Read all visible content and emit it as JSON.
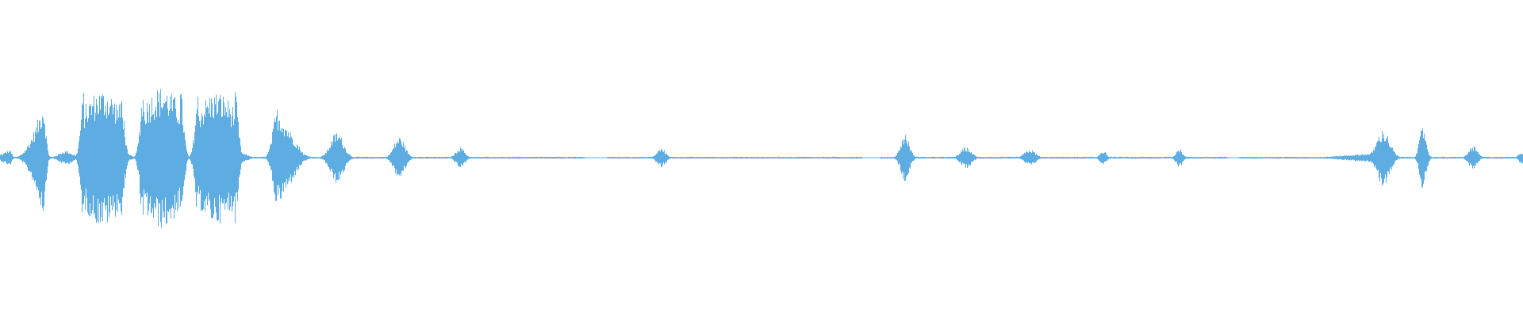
{
  "waveform": {
    "color": "#5dade2",
    "bursts": [
      {
        "center": 0.006,
        "amplitude": 0.07,
        "width": 0.01,
        "kind": "ramp"
      },
      {
        "center": 0.028,
        "amplitude": 0.48,
        "width": 0.012,
        "kind": "ramp"
      },
      {
        "center": 0.043,
        "amplitude": 0.06,
        "width": 0.006,
        "kind": "bump"
      },
      {
        "center": 0.067,
        "amplitude": 0.58,
        "width": 0.012,
        "kind": "block"
      },
      {
        "center": 0.081,
        "amplitude": 0.04,
        "width": 0.006,
        "kind": "bump"
      },
      {
        "center": 0.106,
        "amplitude": 0.6,
        "width": 0.012,
        "kind": "block"
      },
      {
        "center": 0.118,
        "amplitude": 0.04,
        "width": 0.005,
        "kind": "bump"
      },
      {
        "center": 0.142,
        "amplitude": 0.56,
        "width": 0.012,
        "kind": "block"
      },
      {
        "center": 0.158,
        "amplitude": 0.04,
        "width": 0.006,
        "kind": "bump"
      },
      {
        "center": 0.182,
        "amplitude": 0.42,
        "width": 0.012,
        "kind": "decay"
      },
      {
        "center": 0.221,
        "amplitude": 0.22,
        "width": 0.006,
        "kind": "bump"
      },
      {
        "center": 0.262,
        "amplitude": 0.18,
        "width": 0.005,
        "kind": "bump"
      },
      {
        "center": 0.302,
        "amplitude": 0.09,
        "width": 0.004,
        "kind": "bump"
      },
      {
        "center": 0.434,
        "amplitude": 0.08,
        "width": 0.004,
        "kind": "bump"
      },
      {
        "center": 0.594,
        "amplitude": 0.2,
        "width": 0.004,
        "kind": "bump"
      },
      {
        "center": 0.634,
        "amplitude": 0.09,
        "width": 0.005,
        "kind": "bump"
      },
      {
        "center": 0.676,
        "amplitude": 0.07,
        "width": 0.005,
        "kind": "bump"
      },
      {
        "center": 0.724,
        "amplitude": 0.06,
        "width": 0.003,
        "kind": "bump"
      },
      {
        "center": 0.774,
        "amplitude": 0.08,
        "width": 0.003,
        "kind": "bump"
      },
      {
        "center": 0.908,
        "amplitude": 0.24,
        "width": 0.006,
        "kind": "bump"
      },
      {
        "center": 0.934,
        "amplitude": 0.27,
        "width": 0.003,
        "kind": "bump"
      },
      {
        "center": 0.967,
        "amplitude": 0.1,
        "width": 0.004,
        "kind": "bump"
      },
      {
        "center": 0.999,
        "amplitude": 0.05,
        "width": 0.003,
        "kind": "bump"
      }
    ],
    "gaps": [
      {
        "start": 0.384,
        "end": 0.398
      },
      {
        "start": 0.566,
        "end": 0.578
      },
      {
        "start": 0.806,
        "end": 0.813
      }
    ],
    "baseline_amplitude": 0.008,
    "ramp_zone_amplitude": 0.04,
    "ramp_zone": {
      "start": 0.862,
      "end": 0.902
    }
  }
}
